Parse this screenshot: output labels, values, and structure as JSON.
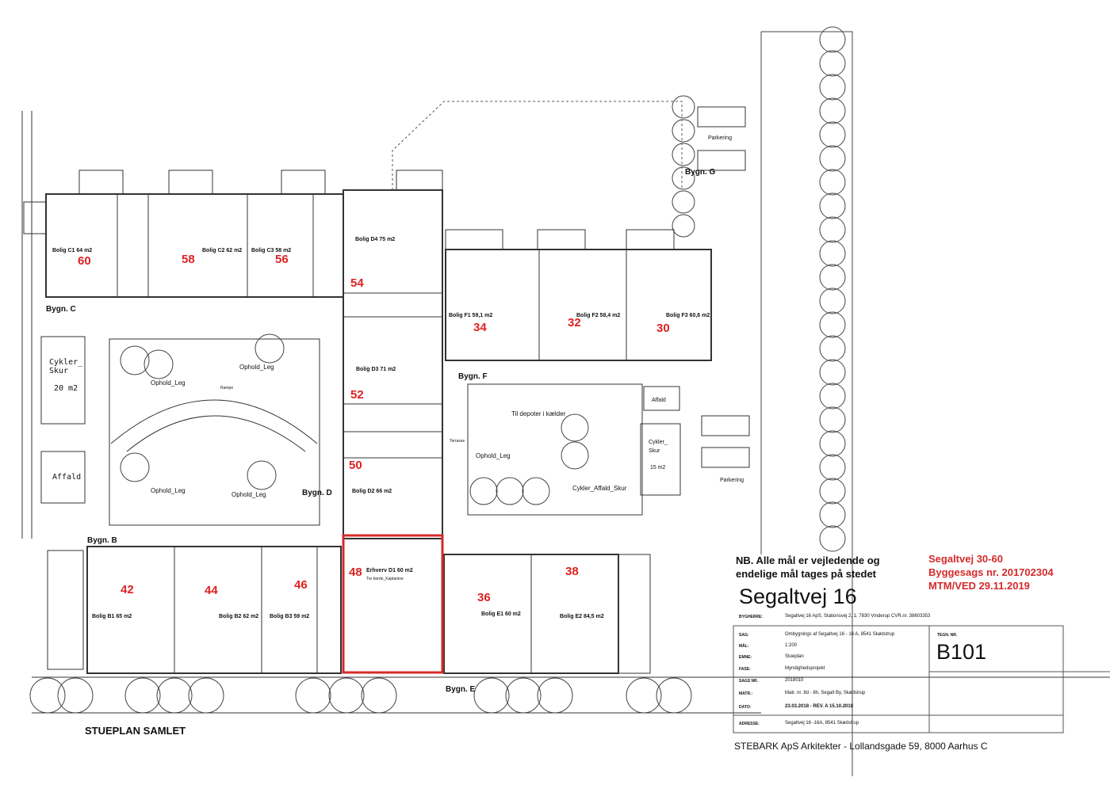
{
  "plan": {
    "title": "STUEPLAN SAMLET",
    "highlight_color": "#d42a2a",
    "buildings": [
      "Bygn. C",
      "Bygn. B",
      "Bygn. D",
      "Bygn. F",
      "Bygn. G",
      "Bygn. E"
    ],
    "units": [
      {
        "label": "Bolig C1 64 m2",
        "number": "60"
      },
      {
        "label": "Bolig C2 62 m2",
        "number": "58"
      },
      {
        "label": "Bolig C3 58 m2",
        "number": "56"
      },
      {
        "label": "Bolig D4 75 m2",
        "number": "54"
      },
      {
        "label": "Bolig D3 71 m2",
        "number": "52"
      },
      {
        "label": "Bolig D2 66 m2",
        "number": "50"
      },
      {
        "label": "Erhverv D1 60 m2",
        "number": "48"
      },
      {
        "label": "Bolig F1 59,1 m2",
        "number": "34"
      },
      {
        "label": "Bolig F2 58,4 m2",
        "number": "32"
      },
      {
        "label": "Bolig F3 60,6 m2",
        "number": "30"
      },
      {
        "label": "Bolig B1 65 m2",
        "number": "42"
      },
      {
        "label": "Bolig B2 62 m2",
        "number": "44"
      },
      {
        "label": "Bolig B3 59 m2",
        "number": "46"
      },
      {
        "label": "Bolig E1 60 m2",
        "number": "36"
      },
      {
        "label": "Bolig E2 84,5 m2",
        "number": "38"
      }
    ],
    "areas": {
      "ophold_leg": "Ophold_Leg",
      "rampe": "Rampe",
      "til_depoter": "Til depoter i kælder",
      "cykler_affald_skur": "Cykler_Affald_Skur",
      "parkering": "Parkering",
      "affald": "Affald",
      "cykler_skur_line1": "Cykler_",
      "cykler_skur_line2": "Skur",
      "cykler_skur_area": "15 m2",
      "left_cykler_line1": "Cykler_",
      "left_cykler_line2": "Skur",
      "left_cykler_area": "20 m2",
      "left_affald": "Affald",
      "terrasse": "Terrasse",
      "d1_sublabel": "Tre borde_Kaptanine"
    }
  },
  "notes": {
    "nb_line1": "NB. Alle mål er vejledende og",
    "nb_line2": "endelige mål tages på stedet",
    "red_line1": "Segaltvej 30-60",
    "red_line2": "Byggesags nr. 201702304",
    "red_line3": "MTM/VED 29.11.2019"
  },
  "title_block": {
    "project": "Segaltvej 16",
    "bygherre_label": "BYGHERRE:",
    "bygherre": "Segaltvej 16 ApS, Stationsvej 2, 1. 7830 Vinderup  CVR.nr. 38603353",
    "rows": [
      {
        "label": "SAG:",
        "value": "Ombygnings af Segaltvej 16 - 16 A, 8541 Skødstrup"
      },
      {
        "label": "MÅL:",
        "value": "1:200"
      },
      {
        "label": "EMNE:",
        "value": "Stueplan"
      },
      {
        "label": "FASE:",
        "value": "Myndighedsprojekt"
      },
      {
        "label": "SAGS NR.",
        "value": "2018010"
      },
      {
        "label": "MATR.:",
        "value": "Matr. nr. 8d - 8h, Segalt By, Skødstrup"
      },
      {
        "label": "DATO:",
        "value": "23.03.2018 - REV. A 15.10.2018"
      },
      {
        "label": "ADRESSE:",
        "value": "Segaltvej 16 -16A, 8541 Skødstrup"
      }
    ],
    "drawing_no_label": "TEGN. NR.",
    "drawing_no": "B101",
    "footer": "STEBARK ApS Arkitekter  -  Lollandsgade 59, 8000 Aarhus C"
  }
}
